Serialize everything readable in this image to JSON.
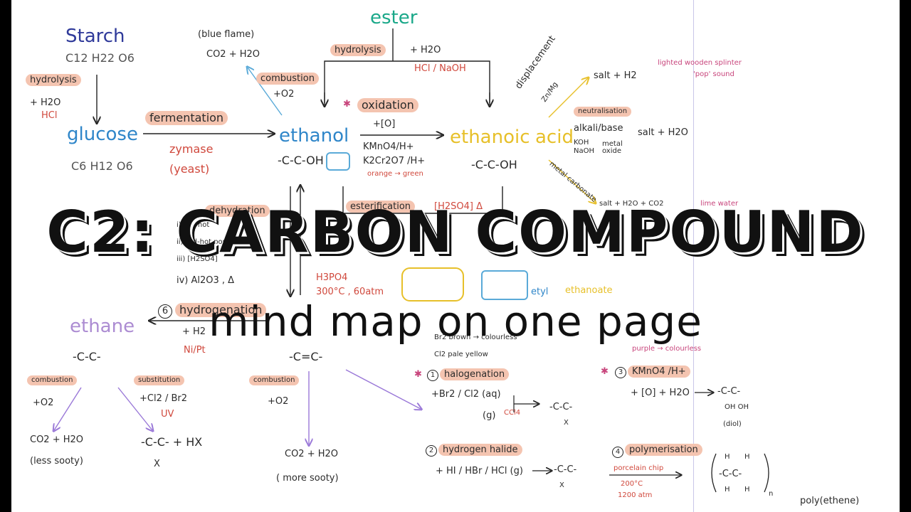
{
  "title": "C2: CARBON COMPOUND",
  "subtitle": "mind map on one page",
  "starch": {
    "name": "Starch",
    "formula": "C12 H22 O6"
  },
  "glucose": {
    "name": "glucose",
    "formula": "C6 H12 O6"
  },
  "hydrolysis_left": {
    "label": "hydrolysis",
    "reagent": "+ H2O",
    "catalyst": "HCl"
  },
  "fermentation": {
    "label": "fermentation",
    "catalyst": "zymase",
    "note": "(yeast)"
  },
  "ethanol": {
    "name": "ethanol",
    "structure": "-C-C-OH"
  },
  "ethanoic_acid": {
    "name_a": "ethanoic",
    "name_b": "acid",
    "structure": "-C-C-OH"
  },
  "ester_top": {
    "name": "ester",
    "hydrolysis": "hydrolysis",
    "reagent": "+ H2O",
    "catalyst": "HCl / NaOH"
  },
  "combustion_top": {
    "label": "combustion",
    "flame": "(blue flame)",
    "products": "CO2 + H2O",
    "reagent": "+O2"
  },
  "oxidation": {
    "label": "oxidation",
    "reagent": "+[O]",
    "agent1": "KMnO4/H+",
    "agent2": "K2Cr2O7 /H+",
    "colour": "orange → green"
  },
  "displacement": {
    "label": "displacement",
    "metals": "Zn/Mg",
    "products": "salt + H2",
    "note": "lighted wooden splinter",
    "sound": "'pop' sound"
  },
  "neutralisation": {
    "label": "neutralisation",
    "base": "alkali/base",
    "koh": "KOH",
    "naoh": "NaOH",
    "metal_oxide": "metal oxide",
    "products": "salt + H2O"
  },
  "metal_carbonate": {
    "label": "metal carbonate",
    "products": "salt + H2O + CO2",
    "note": "lime water"
  },
  "dehydration": {
    "label": "dehydration",
    "items": [
      "i) red-hot",
      "ii) red-hot porous",
      "iii) [H2SO4]",
      "iv) Al2O3 , Δ"
    ]
  },
  "esterification": {
    "label": "esterification",
    "catalyst": "[H2SO4] Δ",
    "conditions": "H3PO4",
    "temp": "300°C , 60atm",
    "ester_name_a": "etyl",
    "ester_name_b": "ethanoate"
  },
  "hydrogenation": {
    "label": "hydrogenation",
    "number": "6",
    "reagent": "+ H2",
    "catalyst": "Ni/Pt"
  },
  "ethane": {
    "name": "ethane",
    "structure": "-C-C-"
  },
  "ethene_structure": "-C=C-",
  "ethane_combustion": {
    "label": "combustion",
    "reagent": "+O2",
    "products": "CO2 + H2O",
    "note": "(less sooty)"
  },
  "substitution": {
    "label": "substitution",
    "reagent": "+Cl2 / Br2",
    "condition": "UV",
    "products": "-C-C- + HX",
    "x": "X"
  },
  "ethene_combustion": {
    "label": "combustion",
    "reagent": "+O2",
    "products": "CO2 + H2O",
    "note": "( more sooty)"
  },
  "halogenation": {
    "number": "1",
    "label": "halogenation",
    "reagent": "+Br2 / Cl2 (aq)",
    "gas": "(g)",
    "solvent": "CCl4",
    "colour1": "Br2 brown → colourless",
    "colour2": "Cl2 pale yellow",
    "x": "X"
  },
  "hydrogen_halide": {
    "number": "2",
    "label": "hydrogen halide",
    "reagent": "+ HI / HBr / HCl (g)",
    "x": "X"
  },
  "kmno4": {
    "number": "3",
    "label": "KMnO4 /H+",
    "reagent": "+ [O] + H2O",
    "colour": "purple → colourless",
    "product": "(diol)",
    "oh": "OH OH"
  },
  "polymerisation": {
    "number": "4",
    "label": "polymerisation",
    "condition1": "porcelain chip",
    "condition2": "200°C",
    "condition3": "1200 atm",
    "product": "poly(ethene)",
    "n": "n",
    "h": "H"
  }
}
